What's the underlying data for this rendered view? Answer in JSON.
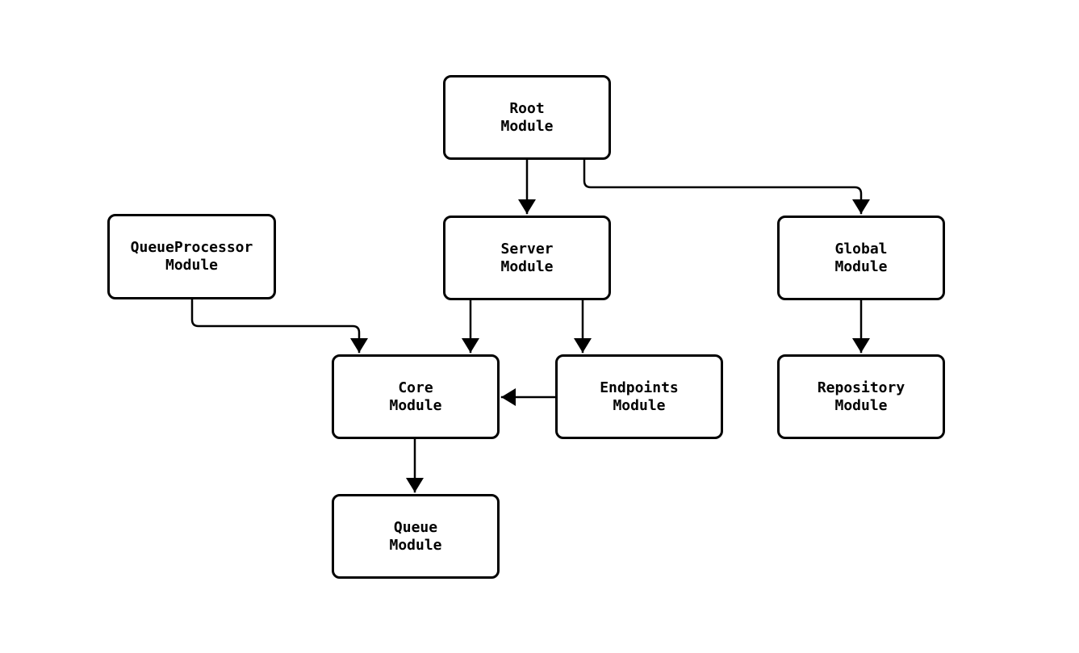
{
  "diagram": {
    "background_color": "#ffffff",
    "stroke_color": "#000000",
    "node_fill_color": "#ffffff",
    "nodes": {
      "root": {
        "label": "Root\nModule"
      },
      "queueprocessor": {
        "label": "QueueProcessor\nModule"
      },
      "server": {
        "label": "Server\nModule"
      },
      "global": {
        "label": "Global\nModule"
      },
      "core": {
        "label": "Core\nModule"
      },
      "endpoints": {
        "label": "Endpoints\nModule"
      },
      "repository": {
        "label": "Repository\nModule"
      },
      "queue": {
        "label": "Queue\nModule"
      }
    },
    "edges": [
      {
        "from": "Root Module",
        "to": "Server Module"
      },
      {
        "from": "Root Module",
        "to": "Global Module"
      },
      {
        "from": "QueueProcessor Module",
        "to": "Core Module"
      },
      {
        "from": "Server Module",
        "to": "Core Module"
      },
      {
        "from": "Server Module",
        "to": "Endpoints Module"
      },
      {
        "from": "Endpoints Module",
        "to": "Core Module"
      },
      {
        "from": "Global Module",
        "to": "Repository Module"
      },
      {
        "from": "Core Module",
        "to": "Queue Module"
      }
    ]
  }
}
